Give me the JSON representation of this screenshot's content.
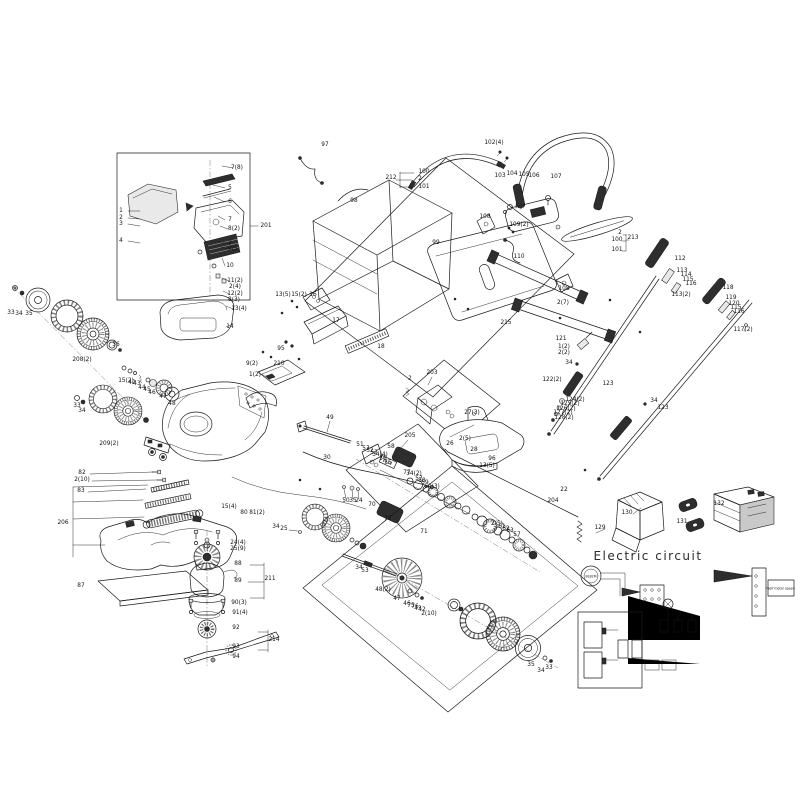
{
  "circuit": {
    "title": "Electric circuit",
    "motor_text": "BLB2M",
    "controller_text": "Self motor speed"
  },
  "labels": [
    [
      "7(8)",
      237,
      169
    ],
    [
      "5",
      230,
      189
    ],
    [
      "6",
      230,
      203
    ],
    [
      "7",
      230,
      221
    ],
    [
      "8(2)",
      234,
      230
    ],
    [
      "201",
      266,
      227
    ],
    [
      "1",
      121,
      212
    ],
    [
      "2",
      121,
      219
    ],
    [
      "3",
      121,
      225
    ],
    [
      "4",
      121,
      242
    ],
    [
      "2",
      230,
      244
    ],
    [
      "9(5)",
      234,
      250
    ],
    [
      "10",
      230,
      267
    ],
    [
      "11(2)",
      235,
      282
    ],
    [
      "2(4)",
      235,
      288
    ],
    [
      "12(2)",
      235,
      295
    ],
    [
      "8(3)",
      234,
      301
    ],
    [
      "13(4)",
      239,
      310
    ],
    [
      "14",
      230,
      328
    ],
    [
      "97",
      325,
      146
    ],
    [
      "98",
      354,
      202
    ],
    [
      "212",
      391,
      179
    ],
    [
      "100",
      424,
      173
    ],
    [
      "2",
      420,
      180
    ],
    [
      "101",
      424,
      188
    ],
    [
      "99",
      436,
      244
    ],
    [
      "215",
      506,
      324
    ],
    [
      "102(4)",
      494,
      144
    ],
    [
      "107",
      556,
      178
    ],
    [
      "103",
      500,
      177
    ],
    [
      "104",
      512,
      175
    ],
    [
      "105",
      524,
      176
    ],
    [
      "106",
      534,
      177
    ],
    [
      "108",
      485,
      218
    ],
    [
      "109(2)",
      519,
      226
    ],
    [
      "110",
      519,
      258
    ],
    [
      "2",
      620,
      234
    ],
    [
      "100",
      617,
      241
    ],
    [
      "101",
      617,
      251
    ],
    [
      "213",
      633,
      239
    ],
    [
      "108",
      564,
      290
    ],
    [
      "2(7)",
      563,
      304
    ],
    [
      "112",
      680,
      260
    ],
    [
      "113",
      682,
      272
    ],
    [
      "114",
      686,
      276
    ],
    [
      "115",
      688,
      281
    ],
    [
      "116",
      691,
      285
    ],
    [
      "113(2)",
      681,
      296
    ],
    [
      "118",
      728,
      289
    ],
    [
      "119",
      731,
      299
    ],
    [
      "120",
      734,
      305
    ],
    [
      "115",
      736,
      309
    ],
    [
      "116",
      739,
      313
    ],
    [
      "117(2)",
      743,
      331
    ],
    [
      "121",
      561,
      340
    ],
    [
      "1(2)",
      564,
      348
    ],
    [
      "2(2)",
      564,
      354
    ],
    [
      "34",
      569,
      364
    ],
    [
      "122(2)",
      552,
      381
    ],
    [
      "123",
      608,
      385
    ],
    [
      "124(2)",
      575,
      401
    ],
    [
      "125(2)",
      570,
      405
    ],
    [
      "126(2)",
      566,
      410
    ],
    [
      "127(2)",
      563,
      414
    ],
    [
      "128(2)",
      564,
      419
    ],
    [
      "34",
      654,
      402
    ],
    [
      "123",
      663,
      409
    ],
    [
      "33",
      11,
      314
    ],
    [
      "34",
      19,
      315
    ],
    [
      "35",
      29,
      315
    ],
    [
      "208(2)",
      82,
      361
    ],
    [
      "36",
      116,
      346
    ],
    [
      "15(2)",
      126,
      382
    ],
    [
      "42",
      132,
      384
    ],
    [
      "43",
      137,
      385
    ],
    [
      "44",
      142,
      389
    ],
    [
      "45",
      147,
      391
    ],
    [
      "46",
      152,
      394
    ],
    [
      "47",
      163,
      398
    ],
    [
      "48",
      172,
      405
    ],
    [
      "33",
      77,
      407
    ],
    [
      "34",
      82,
      412
    ],
    [
      "209(2)",
      109,
      445
    ],
    [
      "13(5)",
      283,
      296
    ],
    [
      "15(2)",
      299,
      296
    ],
    [
      "16",
      313,
      296
    ],
    [
      "17",
      336,
      322
    ],
    [
      "18",
      381,
      348
    ],
    [
      "95",
      281,
      350
    ],
    [
      "9(2)",
      252,
      365
    ],
    [
      "1(2)",
      255,
      376
    ],
    [
      "210",
      279,
      365
    ],
    [
      "49",
      330,
      419
    ],
    [
      "30",
      327,
      459
    ],
    [
      "50",
      346,
      502
    ],
    [
      "35",
      353,
      502
    ],
    [
      "24",
      359,
      502
    ],
    [
      "25",
      284,
      530
    ],
    [
      "15(4)",
      229,
      508
    ],
    [
      "80",
      244,
      514
    ],
    [
      "81(2)",
      257,
      514
    ],
    [
      "34",
      276,
      528
    ],
    [
      "203",
      432,
      374
    ],
    [
      "2",
      410,
      380
    ],
    [
      "27(3)",
      472,
      414
    ],
    [
      "2(5)",
      465,
      440
    ],
    [
      "26",
      450,
      445
    ],
    [
      "28",
      474,
      451
    ],
    [
      "96",
      492,
      460
    ],
    [
      "13(5)",
      487,
      467
    ],
    [
      "205",
      410,
      437
    ],
    [
      "22",
      564,
      491
    ],
    [
      "204",
      553,
      502
    ],
    [
      "51",
      360,
      446
    ],
    [
      "57",
      366,
      450
    ],
    [
      "52",
      370,
      452
    ],
    [
      "53",
      374,
      454
    ],
    [
      "34(4)",
      380,
      456
    ],
    [
      "56",
      383,
      460
    ],
    [
      "55",
      388,
      464
    ],
    [
      "58",
      391,
      448
    ],
    [
      "77",
      407,
      474
    ],
    [
      "34(2)",
      414,
      475
    ],
    [
      "57",
      419,
      480
    ],
    [
      "58",
      422,
      482
    ],
    [
      "59",
      425,
      484
    ],
    [
      "60(3)",
      432,
      488
    ],
    [
      "70",
      372,
      506
    ],
    [
      "72",
      388,
      520
    ],
    [
      "71",
      424,
      533
    ],
    [
      "2(5)",
      497,
      525
    ],
    [
      "61",
      502,
      528
    ],
    [
      "62",
      506,
      530
    ],
    [
      "63",
      510,
      532
    ],
    [
      "57",
      517,
      536
    ],
    [
      "34",
      359,
      569
    ],
    [
      "53",
      365,
      572
    ],
    [
      "48(2)",
      383,
      591
    ],
    [
      "47",
      397,
      600
    ],
    [
      "46",
      407,
      605
    ],
    [
      "75",
      411,
      607
    ],
    [
      "76",
      415,
      608
    ],
    [
      "43",
      418,
      610
    ],
    [
      "42",
      422,
      611
    ],
    [
      "2(10)",
      429,
      615
    ],
    [
      "35",
      531,
      666
    ],
    [
      "34",
      541,
      672
    ],
    [
      "33",
      549,
      669
    ],
    [
      "82",
      82,
      474
    ],
    [
      "2(10)",
      82,
      481
    ],
    [
      "83",
      81,
      492
    ],
    [
      "206",
      63,
      524
    ],
    [
      "87",
      81,
      587
    ],
    [
      "24(4)",
      238,
      544
    ],
    [
      "25(9)",
      238,
      550
    ],
    [
      "88",
      238,
      565
    ],
    [
      "89",
      238,
      582
    ],
    [
      "211",
      270,
      580
    ],
    [
      "90(3)",
      239,
      604
    ],
    [
      "91(4)",
      240,
      614
    ],
    [
      "92",
      236,
      629
    ],
    [
      "93",
      236,
      648
    ],
    [
      "214",
      274,
      641
    ],
    [
      "94",
      236,
      658
    ],
    [
      "129",
      600,
      529
    ],
    [
      "130",
      627,
      514
    ],
    [
      "131",
      682,
      523
    ],
    [
      "132",
      719,
      505
    ]
  ]
}
